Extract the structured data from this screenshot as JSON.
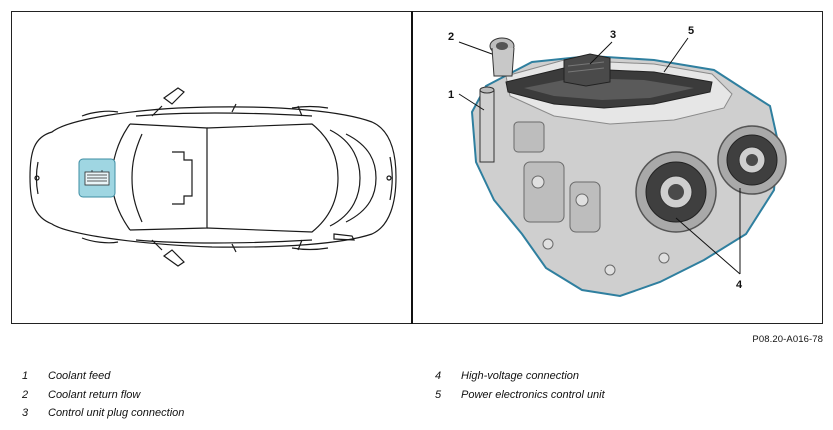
{
  "figure_ref": "P08.20-A016-78",
  "callouts": [
    {
      "number": "1"
    },
    {
      "number": "2"
    },
    {
      "number": "3"
    },
    {
      "number": "4"
    },
    {
      "number": "5"
    }
  ],
  "legend": [
    {
      "number": "1",
      "label": "Coolant feed"
    },
    {
      "number": "2",
      "label": "Coolant return flow"
    },
    {
      "number": "3",
      "label": "Control unit plug connection"
    },
    {
      "number": "4",
      "label": "High-voltage connection"
    },
    {
      "number": "5",
      "label": "Power electronics control unit"
    }
  ],
  "colors": {
    "outline": "#1a1a1a",
    "highlight_box": "#9fd6e2",
    "component_grey": "#d4d4d4",
    "component_dark": "#3b3b3b",
    "component_outline": "#2f7f9f"
  }
}
